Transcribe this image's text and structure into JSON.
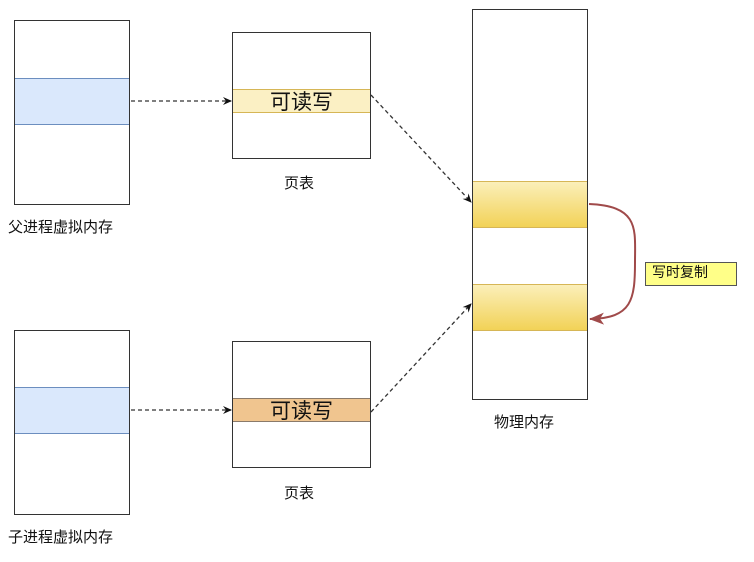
{
  "parent": {
    "virtual_memory_label": "父进程虚拟内存",
    "page_table_label": "页表",
    "page_table_entry": "可读写"
  },
  "child": {
    "virtual_memory_label": "子进程虚拟内存",
    "page_table_label": "页表",
    "page_table_entry": "可读写"
  },
  "physical_memory": {
    "label": "物理内存"
  },
  "copy_on_write": {
    "label": "写时复制"
  },
  "colors": {
    "virtual_page_fill": "#dae8fc",
    "parent_pte_fill": "#fbf0c4",
    "child_pte_fill": "#f0c58f",
    "physical_page_fill": "#f2d257",
    "cow_arrow": "#a04a4a",
    "cow_tag_fill": "#ffff88"
  }
}
